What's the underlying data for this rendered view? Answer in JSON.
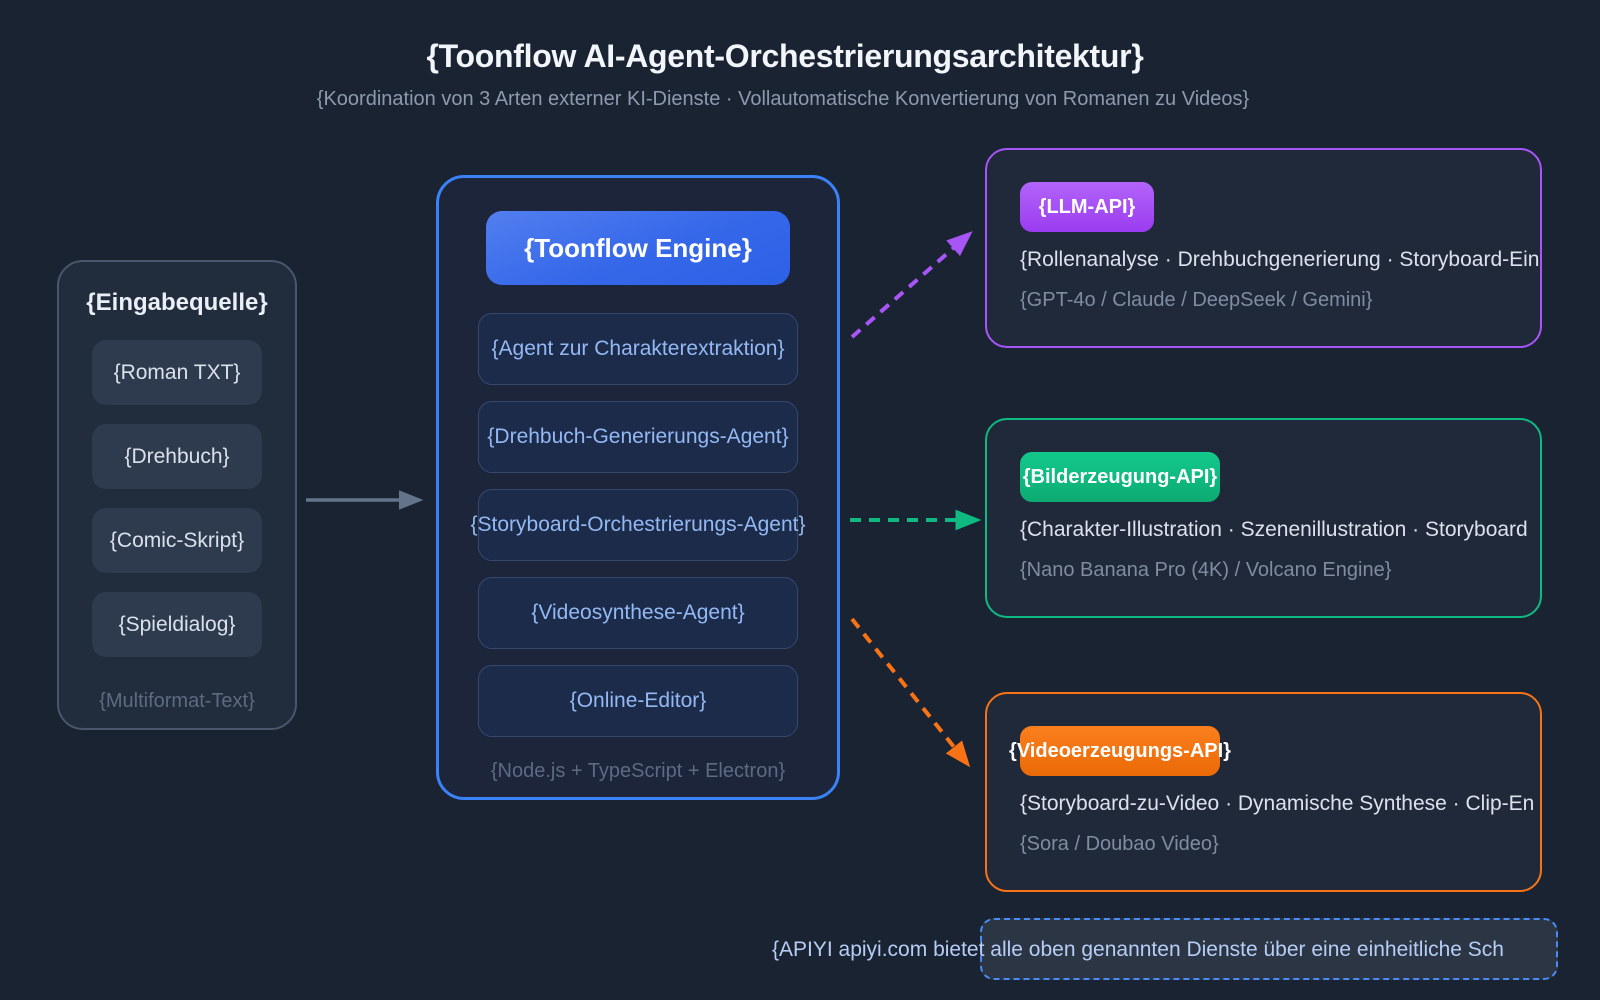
{
  "header": {
    "title": "{Toonflow AI-Agent-Orchestrierungsarchitektur}",
    "subtitle": "{Koordination von 3 Arten externer KI-Dienste · Vollautomatische Konvertierung von Romanen zu Videos}"
  },
  "input_panel": {
    "title": "{Eingabequelle}",
    "items": [
      "{Roman TXT}",
      "{Drehbuch}",
      "{Comic-Skript}",
      "{Spieldialog}"
    ],
    "footer": "{Multiformat-Text}"
  },
  "engine_panel": {
    "title": "{Toonflow Engine}",
    "agents": [
      "{Agent zur Charakterextraktion}",
      "{Drehbuch-Generierungs-Agent}",
      "{Storyboard-Orchestrierungs-Agent}",
      "{Videosynthese-Agent}",
      "{Online-Editor}"
    ],
    "footer": "{Node.js + TypeScript + Electron}"
  },
  "services": [
    {
      "badge": "{LLM-API}",
      "description": "{Rollenanalyse · Drehbuchgenerierung · Storyboard-Ein",
      "providers": "{GPT-4o / Claude / DeepSeek / Gemini}",
      "accent": "#a855f7"
    },
    {
      "badge": "{Bilderzeugung-API}",
      "description": "{Charakter-Illustration · Szenenillustration · Storyboard",
      "providers": "{Nano Banana Pro (4K) / Volcano Engine}",
      "accent": "#10b981"
    },
    {
      "badge": "{Videoerzeugungs-API}",
      "description": "{Storyboard-zu-Video · Dynamische Synthese · Clip-En",
      "providers": "{Sora / Doubao Video}",
      "accent": "#f97316"
    }
  ],
  "footer_banner": {
    "text": "{APIYI apiyi.com bietet alle oben genannten Dienste über eine einheitliche Sch"
  },
  "colors": {
    "background": "#1a2332",
    "accent_blue": "#3b82f6",
    "purple": "#a855f7",
    "green": "#10b981",
    "orange": "#f97316",
    "arrow_gray": "#64748b"
  }
}
